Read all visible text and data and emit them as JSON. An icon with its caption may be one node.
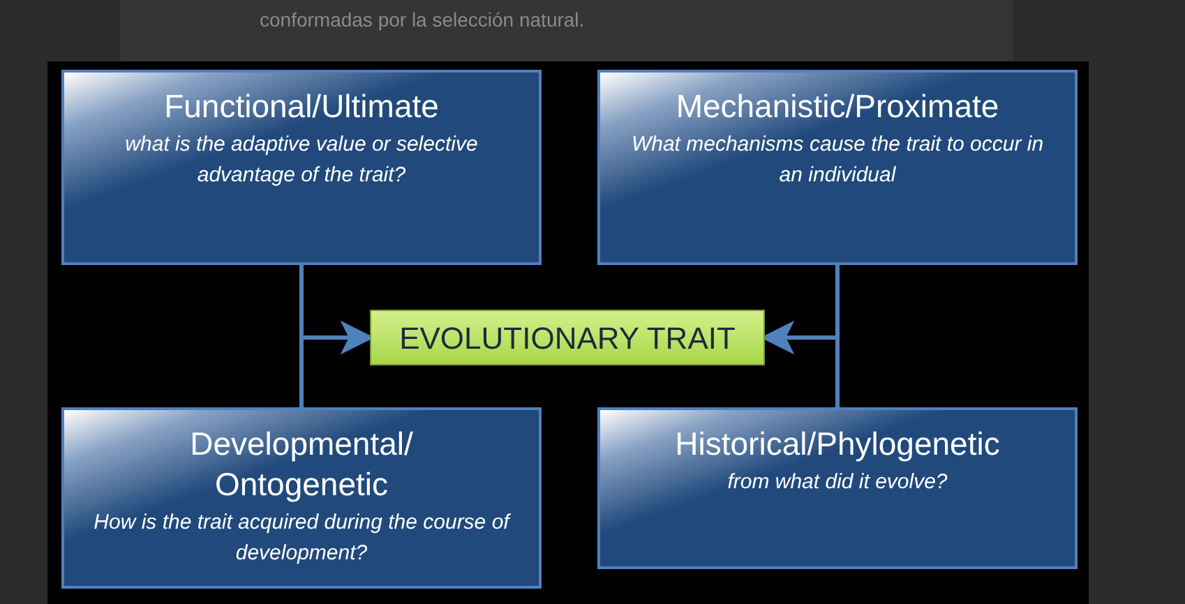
{
  "diagram": {
    "nodes": [
      {
        "text": [
          "Functional/Ultimate",
          "what is the adaptive value or selective advantage  of the trait?"
        ]
      },
      {
        "text": [
          "Mechanistic/Proximate",
          "What mechanisms cause the trait to occur in an individual"
        ]
      },
      {
        "text": [
          "EVOLUTIONARY TRAIT"
        ]
      },
      {
        "text": [
          "Developmental/ Ontogenetic",
          "How is the trait acquired during the course of development?"
        ]
      },
      {
        "text": [
          "Historical/Phylogenetic",
          "from what did it evolve?"
        ]
      }
    ],
    "edges": [
      {
        "from": 0,
        "to": 2,
        "arrow": "to"
      },
      {
        "from": 3,
        "to": 2,
        "arrow": "to"
      },
      {
        "from": 1,
        "to": 2,
        "arrow": "to"
      },
      {
        "from": 4,
        "to": 2,
        "arrow": "to"
      }
    ],
    "labels": [
      "conformadas por la selección natural."
    ]
  }
}
